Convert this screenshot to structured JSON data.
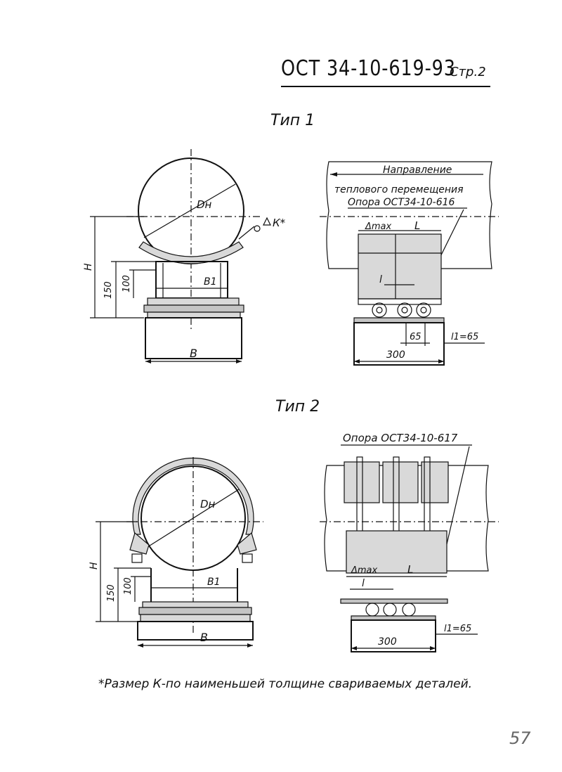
{
  "header": {
    "doc_code": "ОСТ 34-10-619-93",
    "page_ref": "Стр.2"
  },
  "type1": {
    "title": "Тип 1",
    "dn": "Dн",
    "weld": "К*",
    "h": "H",
    "d150": "150",
    "d100": "100",
    "b1": "B1",
    "b": "B",
    "dir_line1": "Направление",
    "dir_line2": "теплового перемещения",
    "support_ref": "Опора ОСТ34-10-616",
    "dmax": "Δmax",
    "L": "L",
    "l": "l",
    "d65": "65",
    "l1": "l1=65",
    "d300": "300"
  },
  "type2": {
    "title": "Тип 2",
    "dn": "Dн",
    "h": "H",
    "d150": "150",
    "d100": "100",
    "b1": "B1",
    "b": "B",
    "support_ref": "Опора ОСТ34-10-617",
    "dmax": "Δmax",
    "L": "L",
    "l": "l",
    "l1": "l1=65",
    "d300": "300"
  },
  "footnote": "*Размер К-по наименьшей толщине свариваемых деталей.",
  "page_number": "57"
}
